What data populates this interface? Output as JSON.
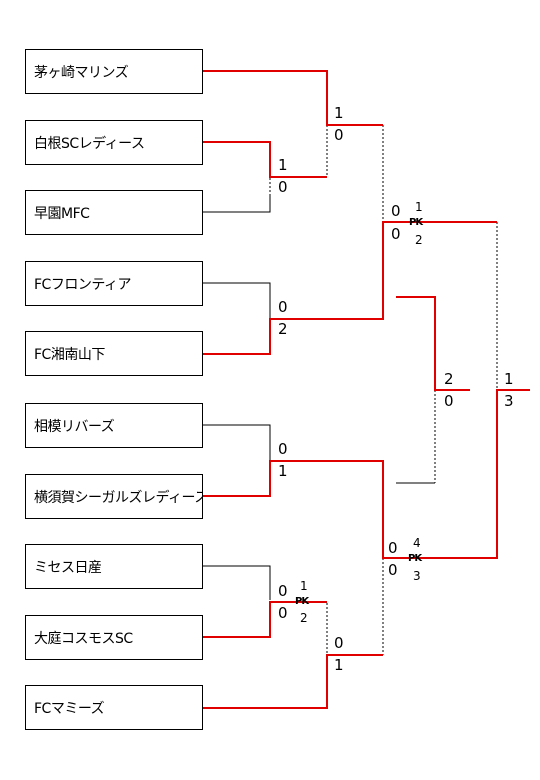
{
  "teams": [
    "茅ヶ崎マリンズ",
    "白根SCレディース",
    "早園MFC",
    "FCフロンティア",
    "FC湘南山下",
    "相模リバーズ",
    "横須賀シーガルズレディース",
    "ミセス日産",
    "大庭コスモスSC",
    "FCマミーズ"
  ],
  "scores": {
    "r1_shirone_sonono_top": "1",
    "r1_shirone_sonono_bottom": "0",
    "r1_chigasaki_top": "1",
    "r1_chigasaki_bottom": "0",
    "r1_frontier_shonan_top": "0",
    "r1_frontier_shonan_bottom": "2",
    "r1_sagami_yokosuka_top": "0",
    "r1_sagami_yokosuka_bottom": "1",
    "r1_mrs_ohba_top": "0",
    "r1_mrs_ohba_bottom": "0",
    "r1_mrs_ohba_pk_top": "1",
    "r1_mrs_ohba_pk_bottom": "2",
    "r1_mamies_top": "0",
    "r1_mamies_bottom": "1",
    "sf_upper_top": "0",
    "sf_upper_bottom": "0",
    "sf_upper_pk_top": "1",
    "sf_upper_pk_bottom": "2",
    "sf_lower_top": "0",
    "sf_lower_bottom": "0",
    "sf_lower_pk_top": "4",
    "sf_lower_pk_bottom": "3",
    "third_top": "2",
    "third_bottom": "0",
    "final_top": "1",
    "final_bottom": "3",
    "pk_label": "PK"
  },
  "colors": {
    "winner": "#e00000",
    "line": "#000000"
  }
}
